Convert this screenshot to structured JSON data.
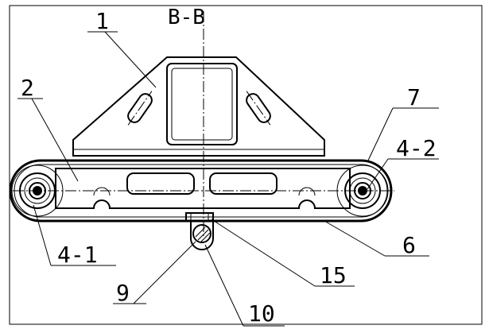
{
  "section_title": "B-B",
  "labels": {
    "part_1": "1",
    "part_2": "2",
    "part_7": "7",
    "part_4_2": "4-2",
    "part_4_1": "4-1",
    "part_6": "6",
    "part_15": "15",
    "part_9": "9",
    "part_10": "10"
  }
}
